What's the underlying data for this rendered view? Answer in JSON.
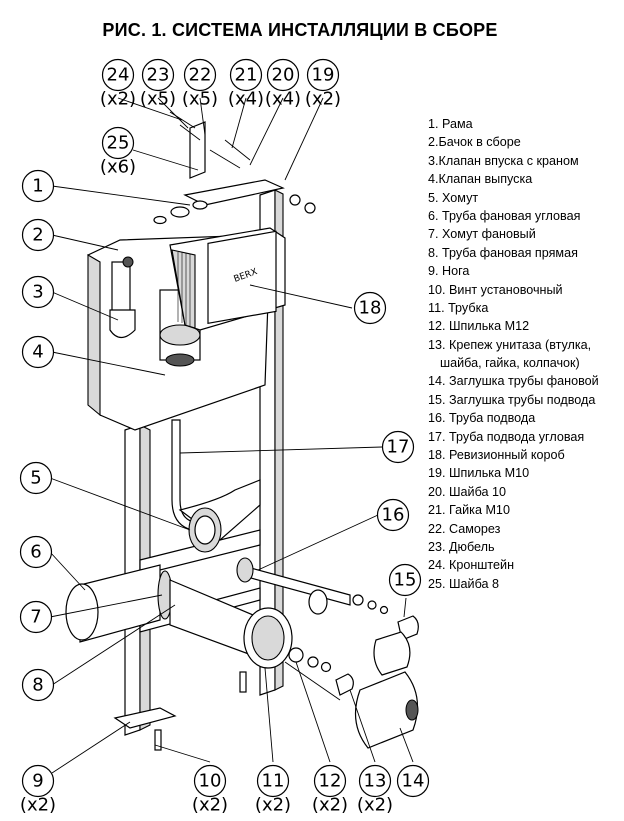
{
  "title": "РИС. 1. СИСТЕМА ИНСТАЛЛЯЦИИ В СБОРЕ",
  "brand_text": "BERX",
  "legend": [
    "1. Рама",
    "2.Бачок в сборе",
    "3.Клапан впуска с краном",
    "4.Клапан выпуска",
    "5. Хомут",
    "6. Труба фановая угловая",
    "7. Хомут фановый",
    "8. Труба фановая прямая",
    "9. Нога",
    "10. Винт установочный",
    "11. Трубка",
    "12. Шпилька М12",
    "13. Крепеж унитаза (втулка,",
    "шайба, гайка, колпачок)",
    "14. Заглушка трубы фановой",
    "15. Заглушка трубы подвода",
    "16. Труба подвода",
    "17. Труба подвода угловая",
    "18. Ревизионный короб",
    "19. Шпилька М10",
    "20. Шайба 10",
    "21. Гайка М10",
    "22. Саморез",
    "23. Дюбель",
    "24. Кронштейн",
    "25.  Шайба 8"
  ],
  "callouts": [
    {
      "num": "24",
      "qty": "(x2)"
    },
    {
      "num": "23",
      "qty": "(x5)"
    },
    {
      "num": "22",
      "qty": "(x5)"
    },
    {
      "num": "21",
      "qty": "(x4)"
    },
    {
      "num": "20",
      "qty": "(x4)"
    },
    {
      "num": "19",
      "qty": "(x2)"
    },
    {
      "num": "25",
      "qty": "(x6)"
    },
    {
      "num": "1",
      "qty": ""
    },
    {
      "num": "2",
      "qty": ""
    },
    {
      "num": "3",
      "qty": ""
    },
    {
      "num": "4",
      "qty": ""
    },
    {
      "num": "18",
      "qty": ""
    },
    {
      "num": "17",
      "qty": ""
    },
    {
      "num": "5",
      "qty": ""
    },
    {
      "num": "16",
      "qty": ""
    },
    {
      "num": "6",
      "qty": ""
    },
    {
      "num": "15",
      "qty": ""
    },
    {
      "num": "7",
      "qty": ""
    },
    {
      "num": "8",
      "qty": ""
    },
    {
      "num": "9",
      "qty": "(x2)"
    },
    {
      "num": "10",
      "qty": "(x2)"
    },
    {
      "num": "11",
      "qty": "(x2)"
    },
    {
      "num": "12",
      "qty": "(x2)"
    },
    {
      "num": "13",
      "qty": "(x2)"
    },
    {
      "num": "14",
      "qty": ""
    }
  ]
}
